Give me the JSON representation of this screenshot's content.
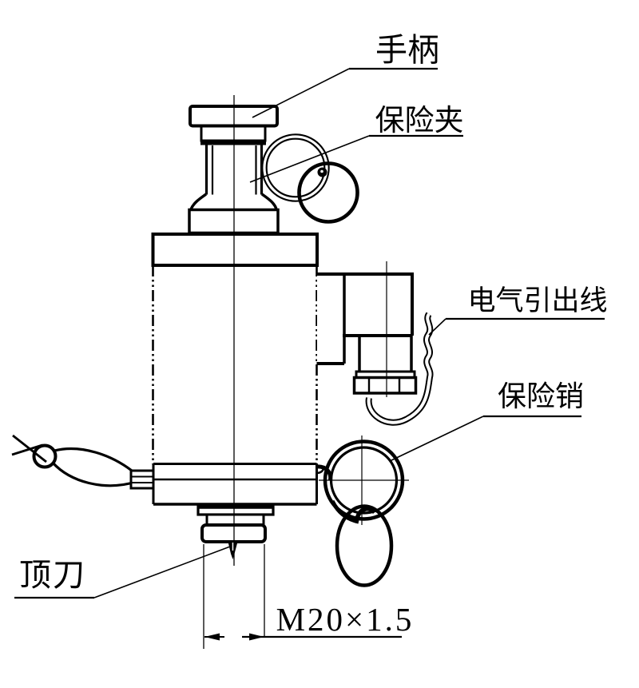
{
  "diagram": {
    "background_color": "#ffffff",
    "line_color": "#000000",
    "labels": {
      "handle": "手柄",
      "safety_clip": "保险夹",
      "electrical_lead_wire": "电气引出线",
      "safety_pin": "保险销",
      "top_knife": "顶刀",
      "thread_dimension": "M20×1.5"
    }
  }
}
